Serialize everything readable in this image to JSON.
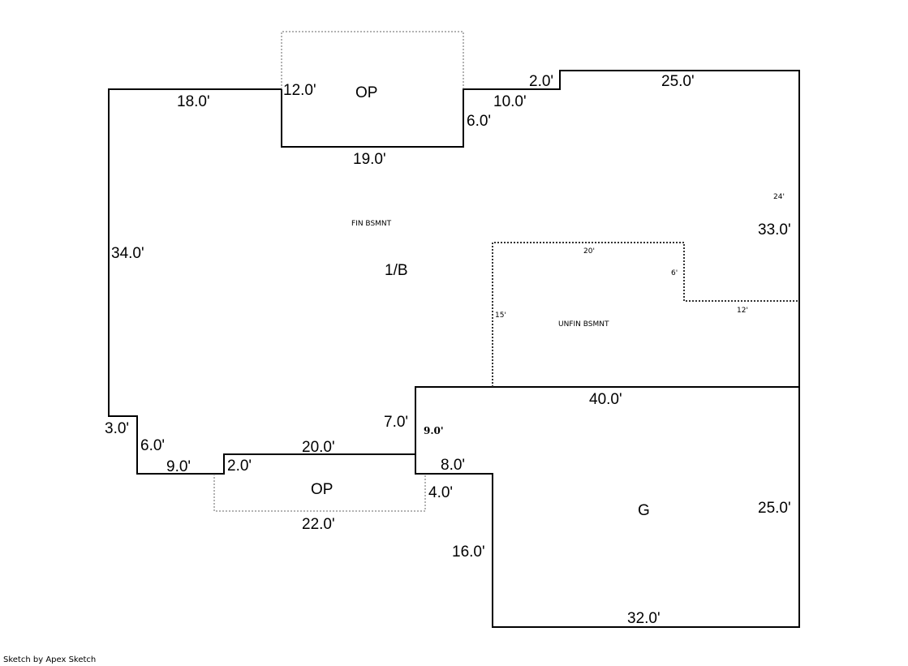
{
  "areas": {
    "op_top": "OP",
    "main": "1/B",
    "fin_bsmnt": "FIN BSMNT",
    "unfin_bsmnt": "UNFIN BSMNT",
    "op_bottom": "OP",
    "garage": "G"
  },
  "dimensions": {
    "d18_top": "18.0'",
    "d12_op": "12.0'",
    "d19_op": "19.0'",
    "d6_right_op": "6.0'",
    "d10": "10.0'",
    "d2_top": "2.0'",
    "d25_top": "25.0'",
    "d33": "33.0'",
    "d34": "34.0'",
    "d3": "3.0'",
    "d6_left": "6.0'",
    "d9": "9.0'",
    "d2_bottom": "2.0'",
    "d20": "20.0'",
    "d7": "7.0'",
    "d9_bold": "9.0'",
    "d40": "40.0'",
    "d8": "8.0'",
    "d4": "4.0'",
    "d22": "22.0'",
    "d16": "16.0'",
    "d25_right": "25.0'",
    "d32": "32.0'"
  },
  "basement_dims": {
    "b24": "24'",
    "b20": "20'",
    "b6": "6'",
    "b12": "12'",
    "b15": "15'"
  },
  "credit": "Sketch by Apex Sketch"
}
